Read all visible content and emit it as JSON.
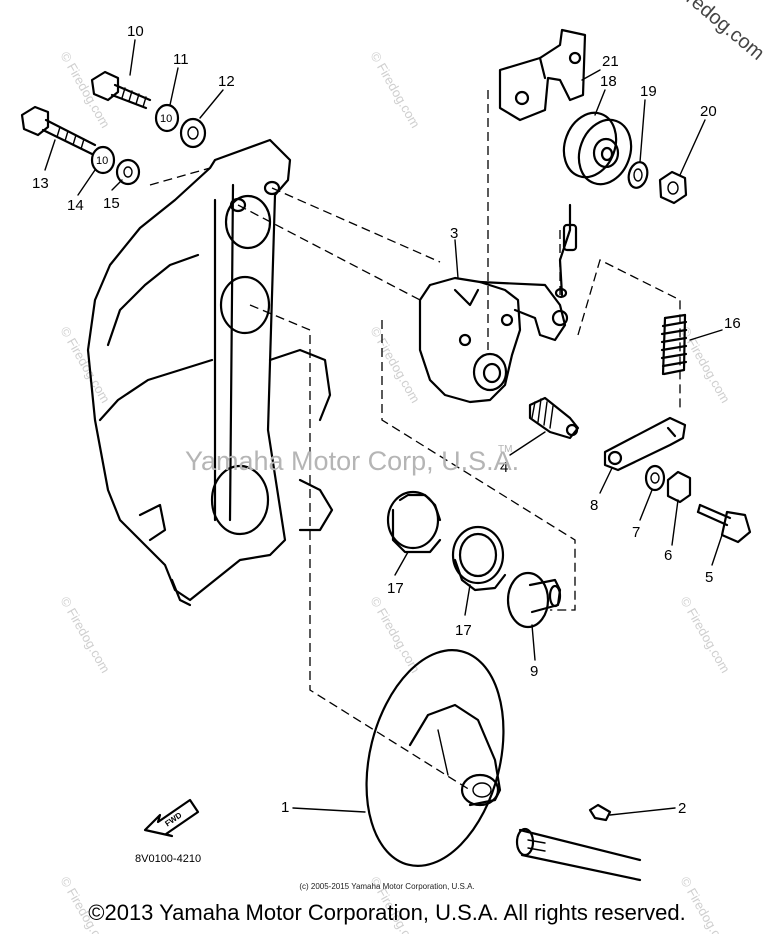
{
  "diagram": {
    "part_labels": [
      "1",
      "2",
      "3",
      "4",
      "5",
      "6",
      "7",
      "8",
      "9",
      "10",
      "11",
      "12",
      "13",
      "14",
      "15",
      "16",
      "17",
      "17",
      "18",
      "19",
      "20",
      "21"
    ],
    "fwd_label": "FWD",
    "diagram_code": "8V0100-4210",
    "washer_marks": [
      "10",
      "10"
    ]
  },
  "watermarks": {
    "center": "Yamaha Motor Corp, U.S.A.",
    "tm": "TM",
    "tile": "© Firedog.com",
    "corner": "© Firedog.com"
  },
  "footer": {
    "small_copyright": "(c) 2005-2015 Yamaha Motor Corporation, U.S.A.",
    "main_copyright": "©2013 Yamaha Motor Corporation, U.S.A. All rights reserved."
  }
}
